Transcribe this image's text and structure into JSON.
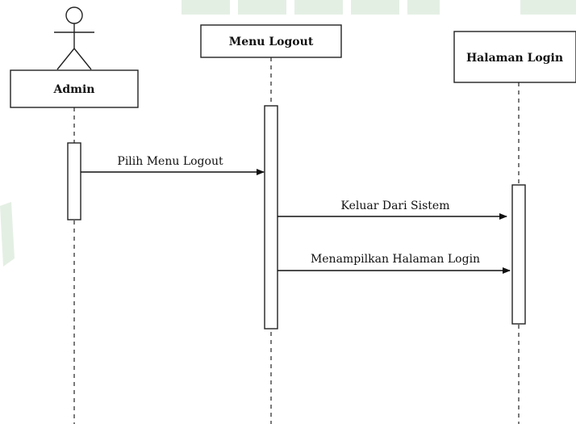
{
  "diagram": {
    "type": "sequence",
    "actor": {
      "label": "Admin"
    },
    "lifelines": [
      {
        "label": "Admin"
      },
      {
        "label": "Menu Logout"
      },
      {
        "label": "Halaman Login"
      }
    ],
    "messages": [
      {
        "label": "Pilih Menu Logout",
        "from": "Admin",
        "to": "Menu Logout"
      },
      {
        "label": "Keluar Dari Sistem",
        "from": "Menu Logout",
        "to": "Halaman Login"
      },
      {
        "label": "Menampilkan Halaman Login",
        "from": "Menu Logout",
        "to": "Halaman Login"
      }
    ]
  },
  "colors": {
    "line": "#222222",
    "watermark": "#6aa86a"
  }
}
